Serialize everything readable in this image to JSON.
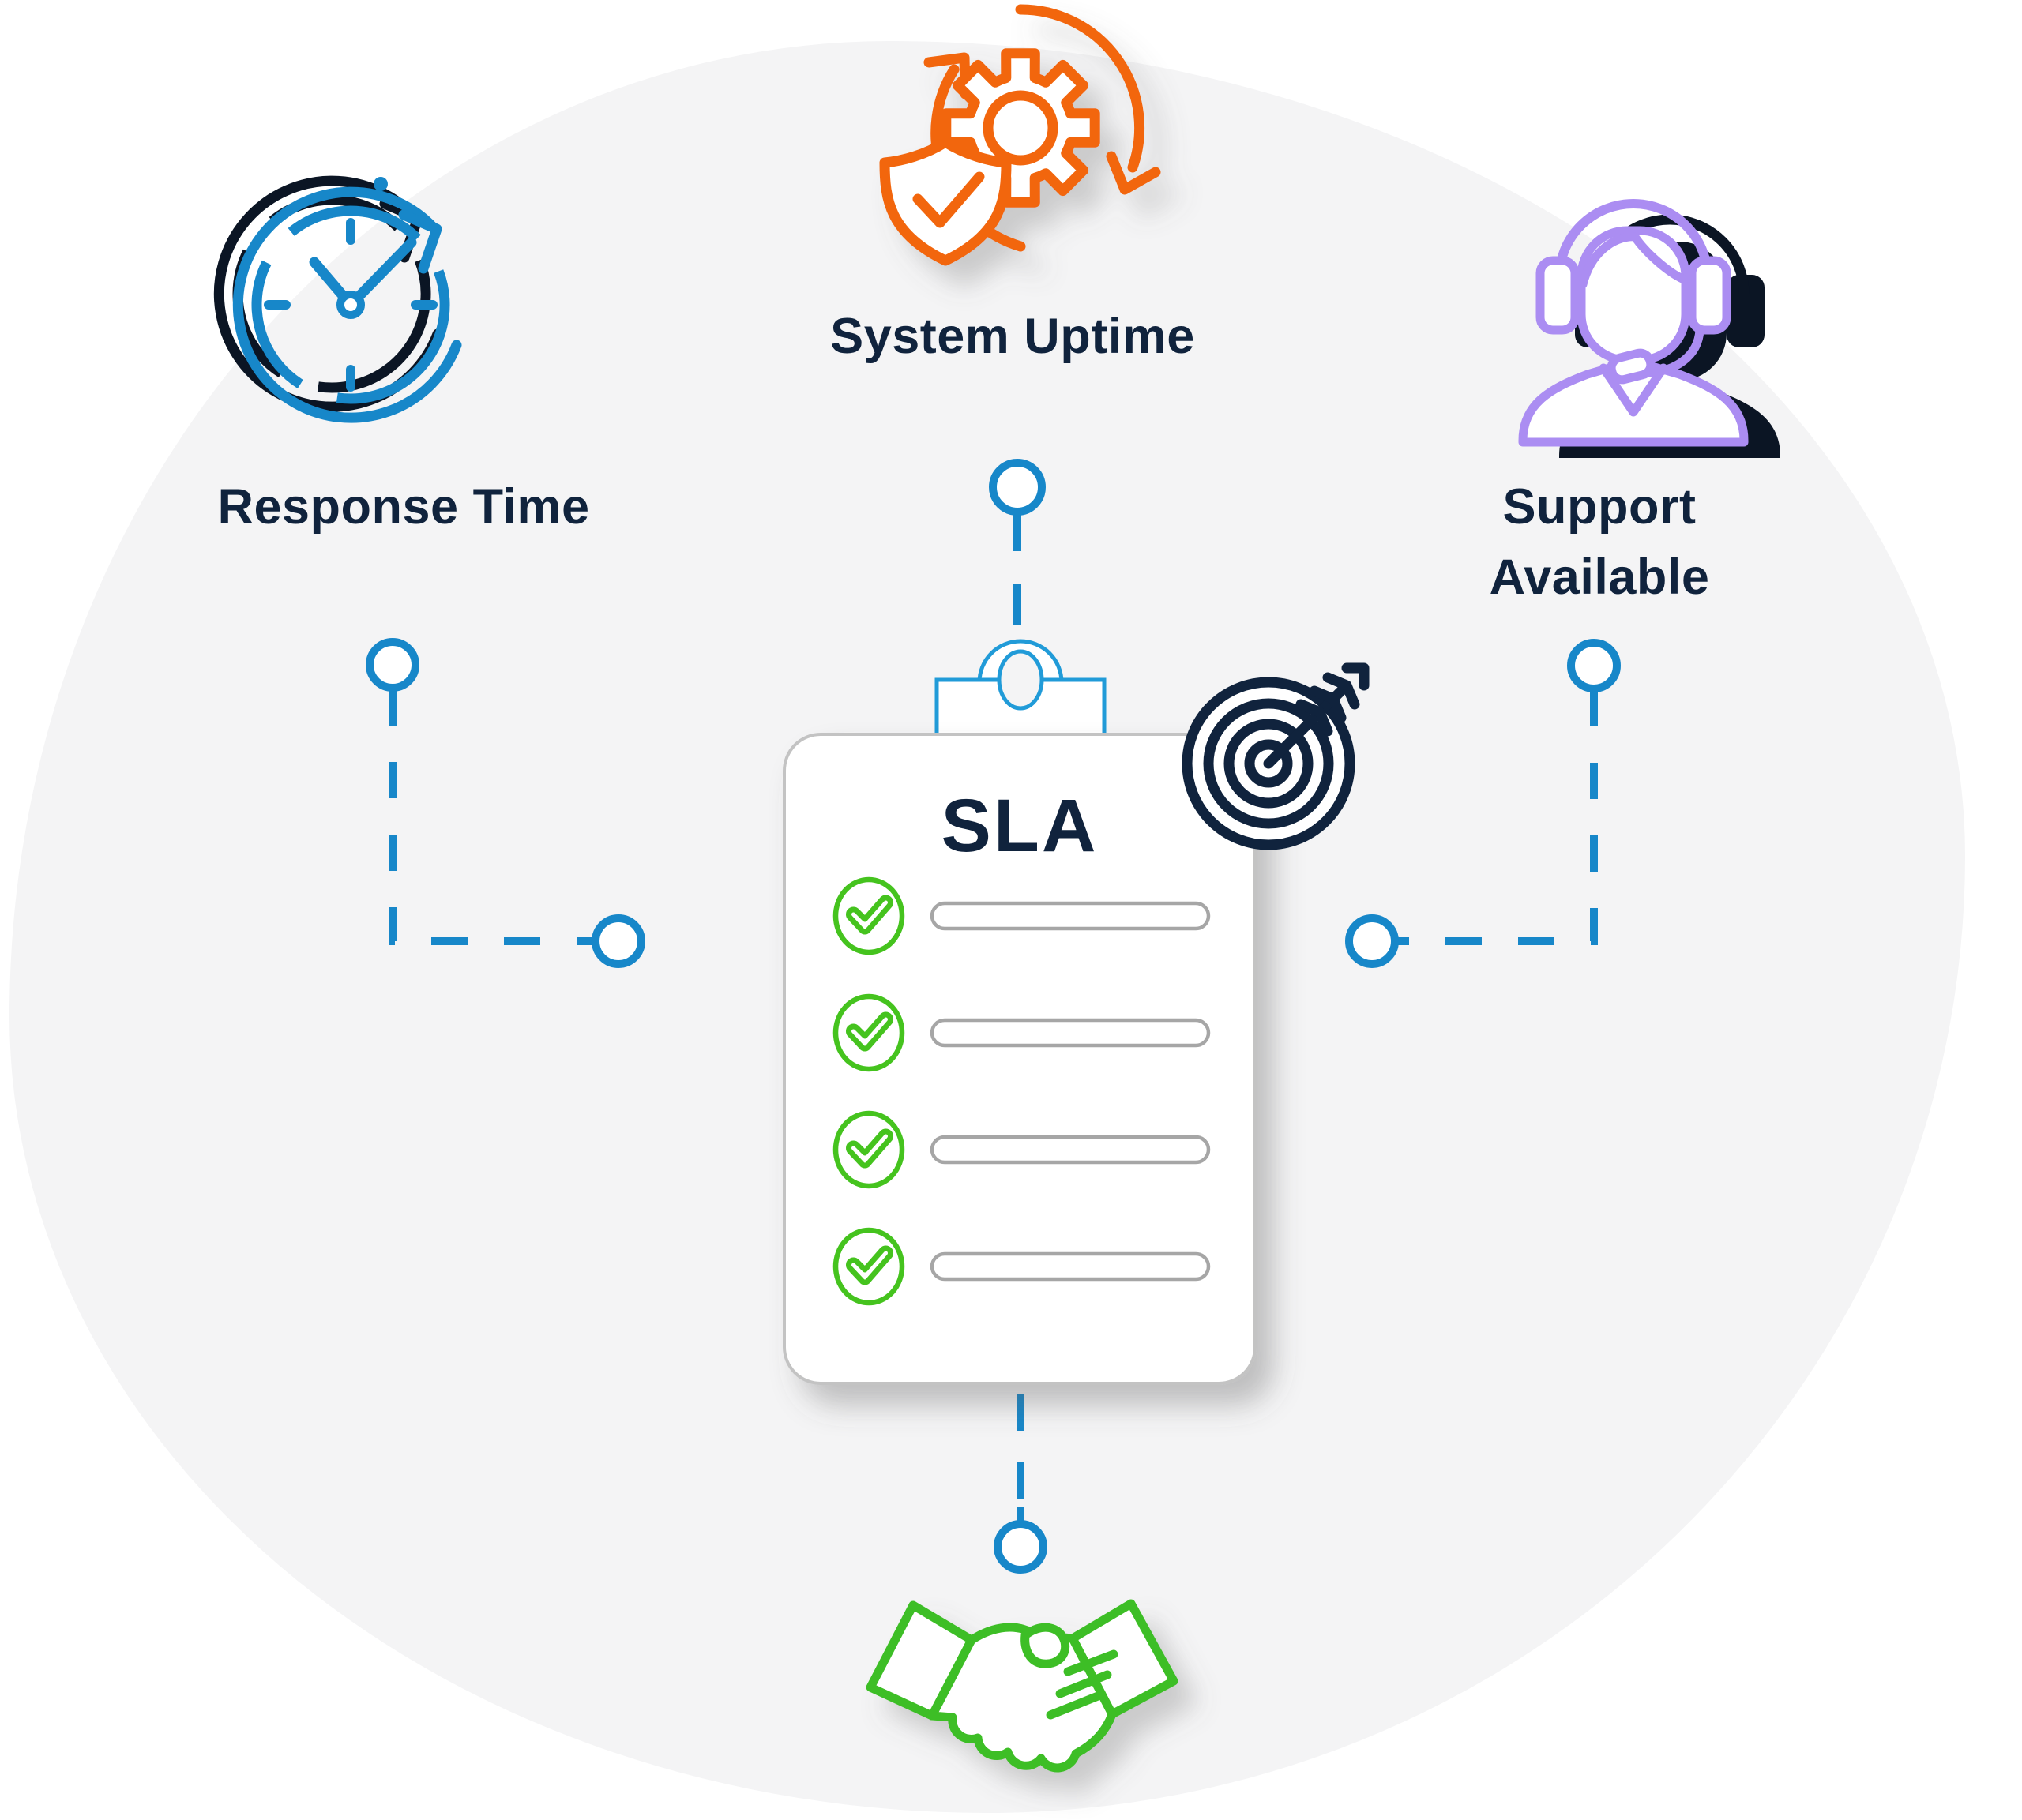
{
  "diagram_title": "SLA",
  "colors": {
    "blue": "#1787C9",
    "clip_blue": "#219BD8",
    "navy_text": "#10233D",
    "orange": "#F2660F",
    "purple": "#AB8DF2",
    "check_green": "#45C31E",
    "handshake_green": "#3EBE25",
    "blob_gray": "#F4F4F5",
    "shadow_ink": "#0B1524"
  },
  "nodes": {
    "response_time": {
      "label": "Response Time",
      "icon": "clock-refresh-icon"
    },
    "system_uptime": {
      "label": "System Uptime",
      "icon": "gear-shield-check-icon"
    },
    "support_available": {
      "label": "Support Available",
      "icon": "support-agent-headset-icon"
    },
    "agreement": {
      "icon": "handshake-icon"
    }
  },
  "clipboard": {
    "title": "SLA",
    "icon": "clipboard-icon",
    "badge_icon": "target-arrow-icon",
    "checklist_rows": 4
  }
}
